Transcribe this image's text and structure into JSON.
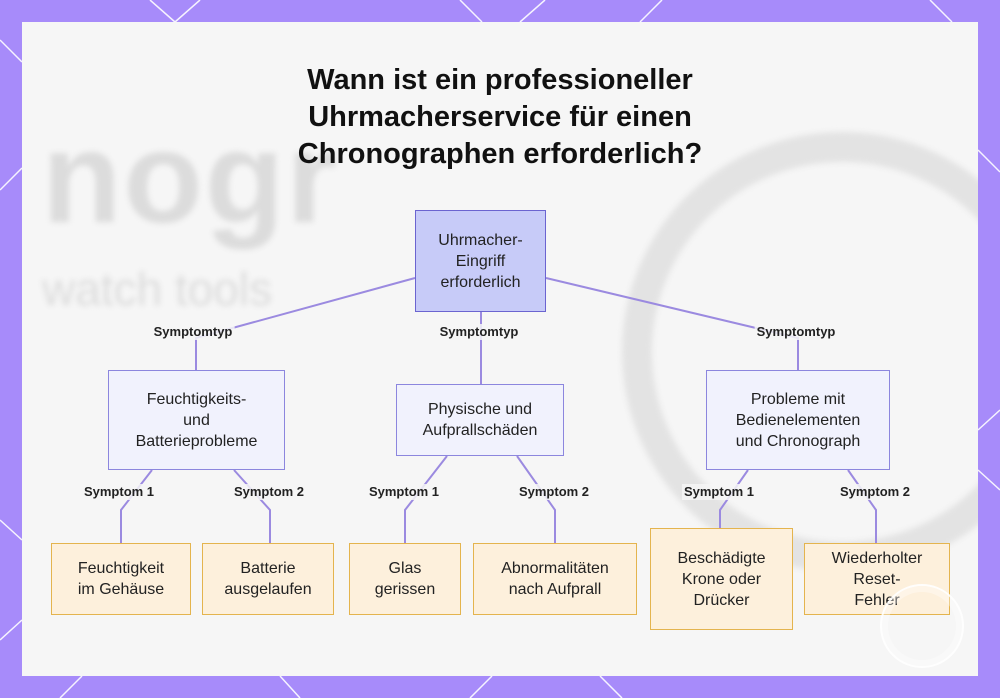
{
  "title_lines": [
    "Wann ist ein professioneller",
    "Uhrmacherservice für einen",
    "Chronographen erforderlich?"
  ],
  "root": {
    "lines": [
      "Uhrmacher-",
      "Eingriff",
      "erforderlich"
    ]
  },
  "branch_label": "Symptomtyp",
  "categories": [
    {
      "lines": [
        "Feuchtigkeits-",
        "und",
        "Batterieprobleme"
      ]
    },
    {
      "lines": [
        "Physische und",
        "Aufprallschäden"
      ]
    },
    {
      "lines": [
        "Probleme mit",
        "Bedienelementen",
        "und Chronograph"
      ]
    }
  ],
  "symptom_labels": [
    "Symptom 1",
    "Symptom 2"
  ],
  "leaves": [
    {
      "lines": [
        "Feuchtigkeit",
        "im Gehäuse"
      ]
    },
    {
      "lines": [
        "Batterie",
        "ausgelaufen"
      ]
    },
    {
      "lines": [
        "Glas",
        "gerissen"
      ]
    },
    {
      "lines": [
        "Abnormalitäten",
        "nach Aufprall"
      ]
    },
    {
      "lines": [
        "Beschädigte",
        "Krone oder",
        "Drücker"
      ]
    },
    {
      "lines": [
        "Wiederholter",
        "Reset-",
        "Fehler"
      ]
    }
  ],
  "colors": {
    "frame": "#a78bfa",
    "edge": "#9b8ae0",
    "root_fill": "#c7cbf8",
    "mid_fill": "#f1f2fd",
    "leaf_fill": "#fdf0dc",
    "leaf_border": "#e4b44e"
  }
}
